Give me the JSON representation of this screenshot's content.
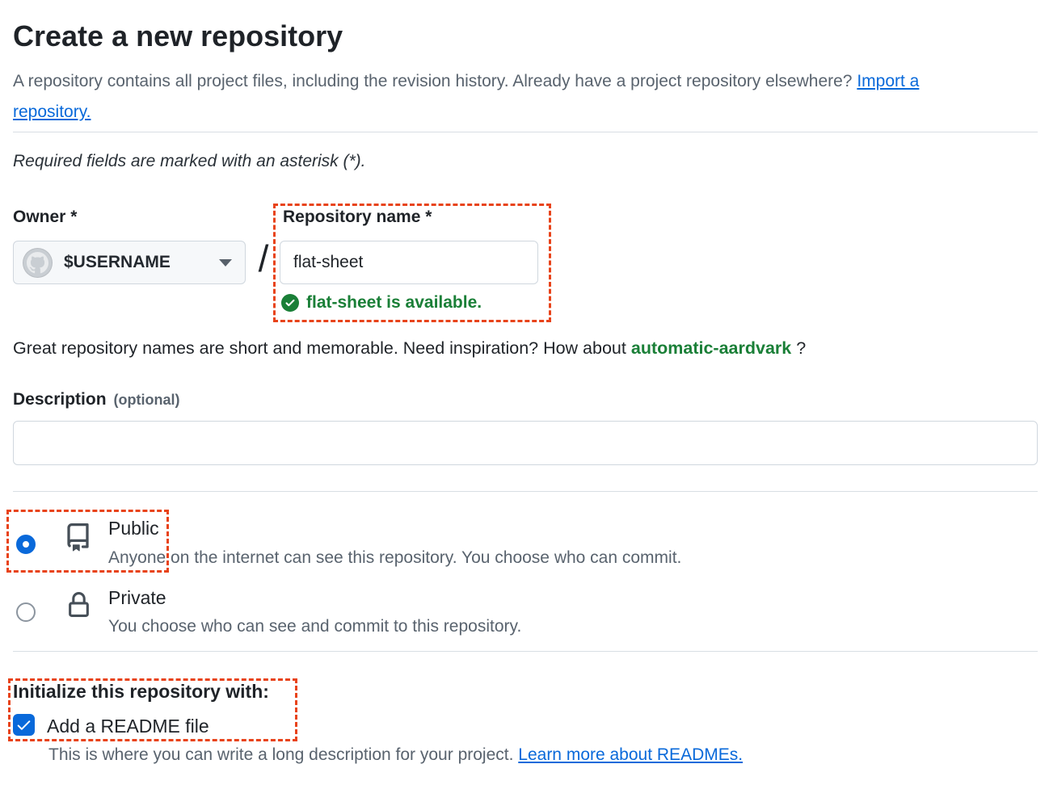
{
  "page": {
    "title": "Create a new repository",
    "intro_text": "A repository contains all project files, including the revision history. Already have a project repository elsewhere?",
    "intro_link": "Import a repository.",
    "required_note": "Required fields are marked with an asterisk (*)."
  },
  "owner": {
    "label": "Owner",
    "required_mark": "*",
    "value": "$USERNAME",
    "separator": "/"
  },
  "repo_name": {
    "label": "Repository name",
    "required_mark": "*",
    "value": "flat-sheet",
    "availability_message": "flat-sheet is available."
  },
  "suggestion": {
    "prefix": "Great repository names are short and memorable. Need inspiration? How about",
    "name": "automatic-aardvark",
    "suffix": "?"
  },
  "description": {
    "label": "Description",
    "optional": "(optional)",
    "value": ""
  },
  "visibility": {
    "public": {
      "label": "Public",
      "description": "Anyone on the internet can see this repository. You choose who can commit.",
      "selected": "true"
    },
    "private": {
      "label": "Private",
      "description": "You choose who can see and commit to this repository.",
      "selected": "false"
    }
  },
  "init": {
    "heading": "Initialize this repository with:",
    "readme_label": "Add a README file",
    "readme_checked": "true",
    "readme_note": "This is where you can write a long description for your project.",
    "readme_link": "Learn more about READMEs."
  },
  "colors": {
    "accent_blue": "#0969da",
    "success_green": "#1a7f37",
    "annotation_orange": "#e8431a",
    "text_dark": "#1f2328",
    "text_muted": "#59636e",
    "border": "#d0d7de"
  }
}
